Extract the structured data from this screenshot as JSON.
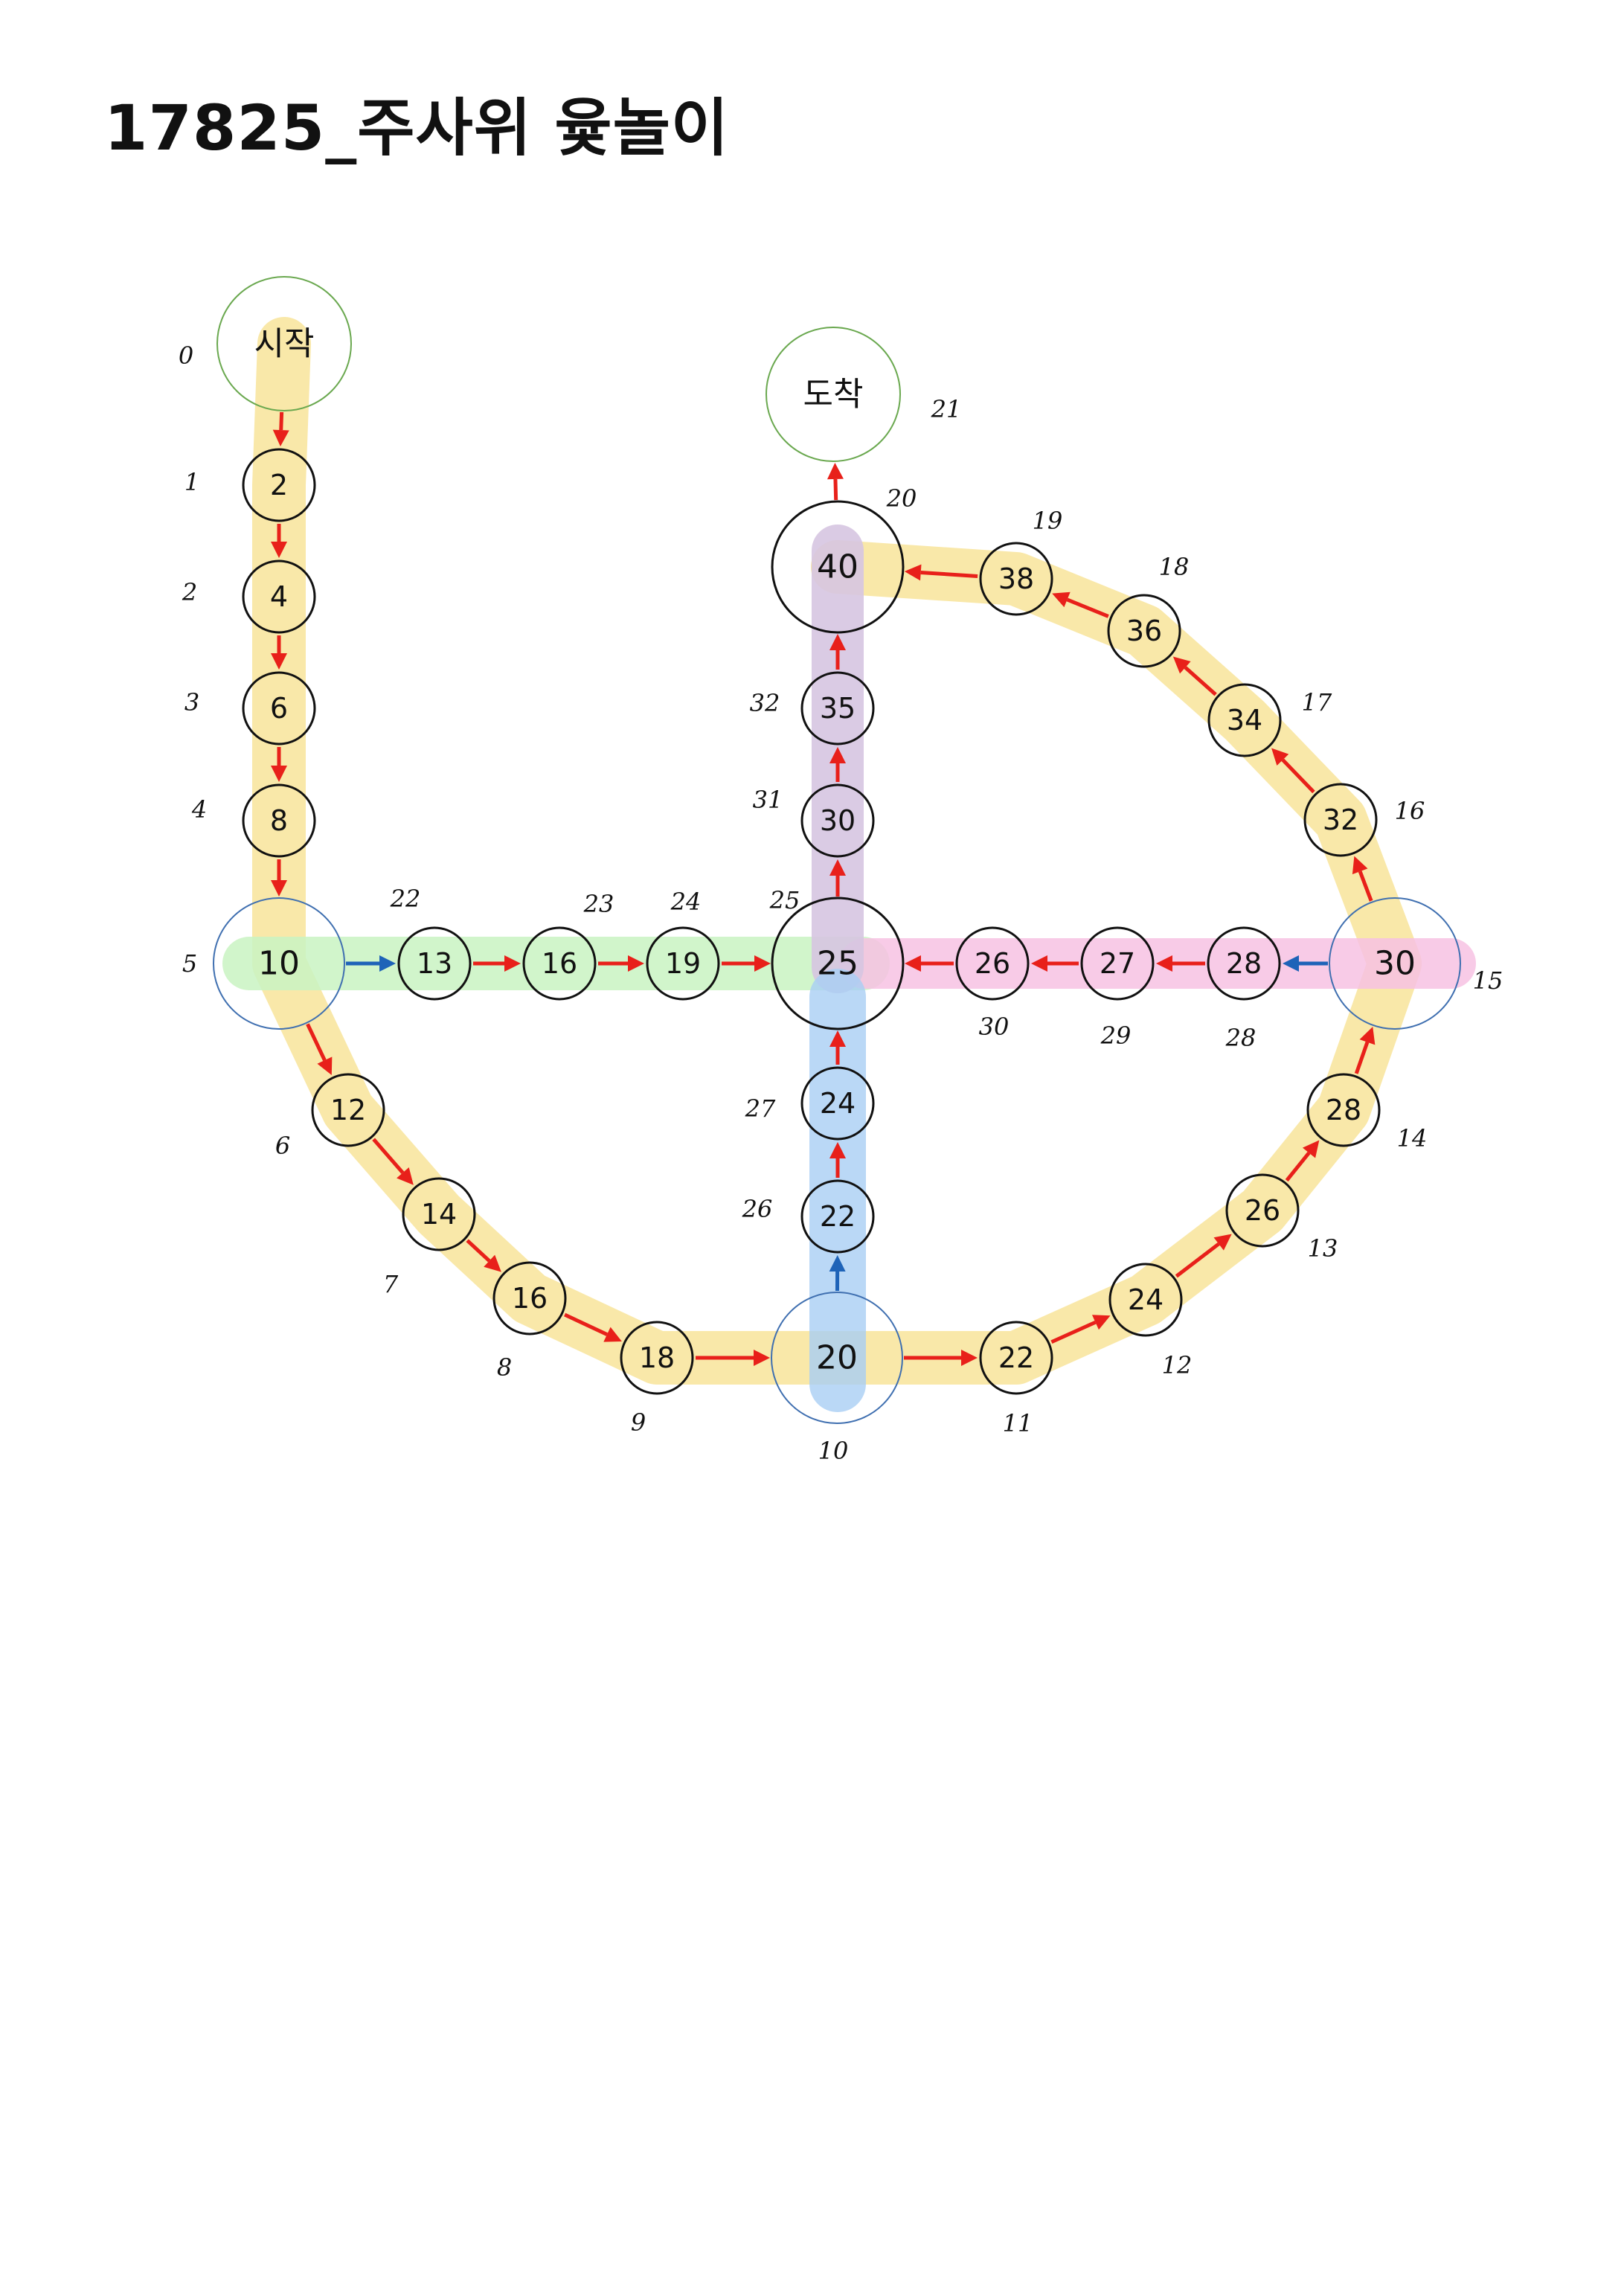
{
  "title": "17825_주사위 윷놀이",
  "colors": {
    "outer_path": "#f8e6a0",
    "route_from_10": "#c9f4c3",
    "route_from_20": "#a9cff5",
    "route_from_30": "#f7c2e3",
    "center_to_40": "#d7c6e2",
    "red_arrow": "#e8201a",
    "blue_arrow": "#1e63b8",
    "start_end_ring": "#6aa84f"
  },
  "start": {
    "label": "시작",
    "index": "0"
  },
  "finish": {
    "label": "도착",
    "index": "21"
  },
  "nodes": [
    {
      "id": "s2",
      "score": "2",
      "index": "1"
    },
    {
      "id": "s4",
      "score": "4",
      "index": "2"
    },
    {
      "id": "s6",
      "score": "6",
      "index": "3"
    },
    {
      "id": "s8",
      "score": "8",
      "index": "4"
    },
    {
      "id": "s10",
      "score": "10",
      "index": "5"
    },
    {
      "id": "s12",
      "score": "12",
      "index": "6"
    },
    {
      "id": "s14",
      "score": "14",
      "index": "7"
    },
    {
      "id": "s16",
      "score": "16",
      "index": "8"
    },
    {
      "id": "s18",
      "score": "18",
      "index": "9"
    },
    {
      "id": "s20",
      "score": "20",
      "index": "10"
    },
    {
      "id": "s22",
      "score": "22",
      "index": "11"
    },
    {
      "id": "s24",
      "score": "24",
      "index": "12"
    },
    {
      "id": "s26",
      "score": "26",
      "index": "13"
    },
    {
      "id": "s28",
      "score": "28",
      "index": "14"
    },
    {
      "id": "s30",
      "score": "30",
      "index": "15"
    },
    {
      "id": "s32",
      "score": "32",
      "index": "16"
    },
    {
      "id": "s34",
      "score": "34",
      "index": "17"
    },
    {
      "id": "s36",
      "score": "36",
      "index": "18"
    },
    {
      "id": "s38",
      "score": "38",
      "index": "19"
    },
    {
      "id": "s40",
      "score": "40",
      "index": "20"
    },
    {
      "id": "g13",
      "score": "13",
      "index": "22"
    },
    {
      "id": "g16",
      "score": "16",
      "index": "23"
    },
    {
      "id": "g19",
      "score": "19",
      "index": "24"
    },
    {
      "id": "c25",
      "score": "25",
      "index": "25"
    },
    {
      "id": "b22",
      "score": "22",
      "index": "26"
    },
    {
      "id": "b24",
      "score": "24",
      "index": "27"
    },
    {
      "id": "p28",
      "score": "28",
      "index": "28"
    },
    {
      "id": "p27",
      "score": "27",
      "index": "29"
    },
    {
      "id": "p26",
      "score": "26",
      "index": "30"
    },
    {
      "id": "v30",
      "score": "30",
      "index": "31"
    },
    {
      "id": "v35",
      "score": "35",
      "index": "32"
    }
  ],
  "edges": [
    {
      "from": "start",
      "to": "s2",
      "color": "red"
    },
    {
      "from": "s2",
      "to": "s4",
      "color": "red"
    },
    {
      "from": "s4",
      "to": "s6",
      "color": "red"
    },
    {
      "from": "s6",
      "to": "s8",
      "color": "red"
    },
    {
      "from": "s8",
      "to": "s10",
      "color": "red"
    },
    {
      "from": "s10",
      "to": "s12",
      "color": "red"
    },
    {
      "from": "s12",
      "to": "s14",
      "color": "red"
    },
    {
      "from": "s14",
      "to": "s16",
      "color": "red"
    },
    {
      "from": "s16",
      "to": "s18",
      "color": "red"
    },
    {
      "from": "s18",
      "to": "s20",
      "color": "red"
    },
    {
      "from": "s20",
      "to": "s22",
      "color": "red"
    },
    {
      "from": "s22",
      "to": "s24",
      "color": "red"
    },
    {
      "from": "s24",
      "to": "s26",
      "color": "red"
    },
    {
      "from": "s26",
      "to": "s28",
      "color": "red"
    },
    {
      "from": "s28",
      "to": "s30",
      "color": "red"
    },
    {
      "from": "s30",
      "to": "s32",
      "color": "red"
    },
    {
      "from": "s32",
      "to": "s34",
      "color": "red"
    },
    {
      "from": "s34",
      "to": "s36",
      "color": "red"
    },
    {
      "from": "s36",
      "to": "s38",
      "color": "red"
    },
    {
      "from": "s38",
      "to": "s40",
      "color": "red"
    },
    {
      "from": "s40",
      "to": "finish",
      "color": "red"
    },
    {
      "from": "s10",
      "to": "g13",
      "color": "blue"
    },
    {
      "from": "g13",
      "to": "g16",
      "color": "red"
    },
    {
      "from": "g16",
      "to": "g19",
      "color": "red"
    },
    {
      "from": "g19",
      "to": "c25",
      "color": "red"
    },
    {
      "from": "s20",
      "to": "b22",
      "color": "blue"
    },
    {
      "from": "b22",
      "to": "b24",
      "color": "red"
    },
    {
      "from": "b24",
      "to": "c25",
      "color": "red"
    },
    {
      "from": "s30",
      "to": "p28",
      "color": "blue"
    },
    {
      "from": "p28",
      "to": "p27",
      "color": "red"
    },
    {
      "from": "p27",
      "to": "p26",
      "color": "red"
    },
    {
      "from": "p26",
      "to": "c25",
      "color": "red"
    },
    {
      "from": "c25",
      "to": "v30",
      "color": "red"
    },
    {
      "from": "v30",
      "to": "v35",
      "color": "red"
    },
    {
      "from": "v35",
      "to": "s40",
      "color": "red"
    }
  ]
}
